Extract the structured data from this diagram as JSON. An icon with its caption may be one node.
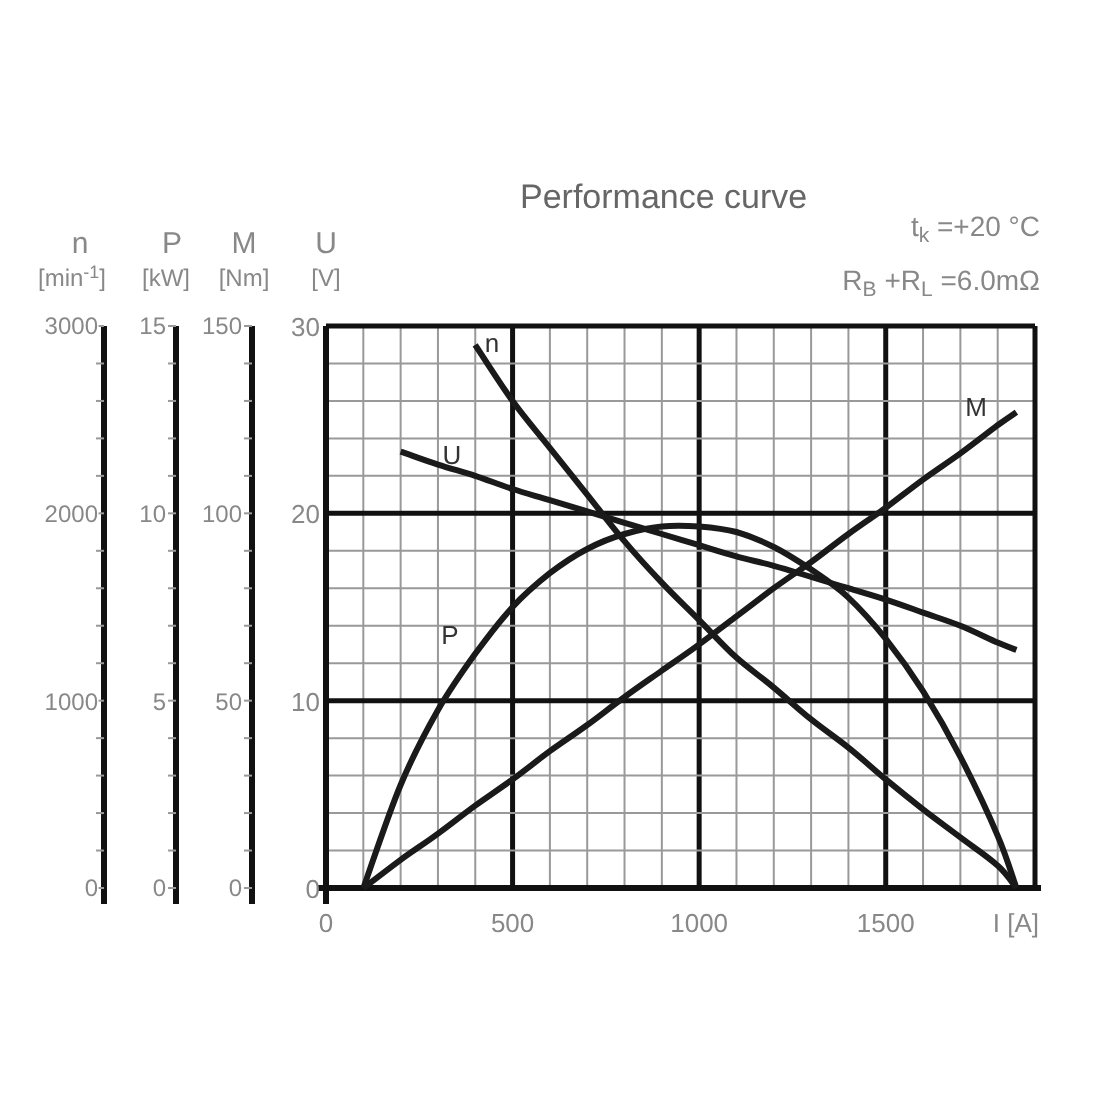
{
  "diagram": {
    "title": "Performance curve",
    "labels": [
      "t$_{k}$ =+20 °C",
      "R$_{B}$ +R$_{L}$ =6.0mΩ",
      "n",
      "P",
      "M",
      "U",
      "[min$^{-1}$]",
      "[kW]",
      "[Nm]",
      "[V]",
      "3000",
      "15",
      "150",
      "2000",
      "10",
      "100",
      "1000",
      "5",
      "50",
      "0",
      "0",
      "0"
    ],
    "chart_data": {
      "type": "line",
      "grid": true,
      "xlabel": "I [A]",
      "xlim": [
        0,
        1900
      ],
      "ylim": [
        0,
        30
      ],
      "xticks": [
        0,
        500,
        1000,
        1500
      ],
      "yticks": [
        0,
        10,
        20,
        30
      ],
      "x": [
        100,
        200,
        300,
        400,
        500,
        600,
        700,
        800,
        900,
        1000,
        1100,
        1200,
        1300,
        1400,
        1500,
        1600,
        1700,
        1800,
        1850
      ],
      "series": [
        {
          "name": "n",
          "color": "#1a1a1a",
          "values": [
            null,
            null,
            null,
            29,
            26,
            23.5,
            21,
            18.5,
            16.3,
            14.3,
            12.3,
            10.7,
            9,
            7.5,
            5.8,
            4.2,
            2.7,
            1.2,
            0
          ]
        },
        {
          "name": "U",
          "color": "#1a1a1a",
          "values": [
            null,
            23.3,
            22.6,
            22,
            21.3,
            20.7,
            20.1,
            19.5,
            18.9,
            18.3,
            17.7,
            17.2,
            16.6,
            16,
            15.4,
            14.7,
            14,
            13.1,
            12.7
          ]
        },
        {
          "name": "P",
          "color": "#1a1a1a",
          "values": [
            0,
            5.5,
            9.5,
            12.5,
            15,
            16.8,
            18.1,
            18.9,
            19.3,
            19.3,
            19,
            18.2,
            17,
            15.5,
            13.3,
            10.5,
            7,
            2.8,
            0
          ]
        },
        {
          "name": "M",
          "color": "#1a1a1a",
          "values": [
            0,
            1.5,
            2.9,
            4.4,
            5.8,
            7.3,
            8.7,
            10.2,
            11.6,
            13,
            14.5,
            16,
            17.4,
            18.9,
            20.3,
            21.8,
            23.2,
            24.7,
            25.4
          ]
        }
      ]
    }
  }
}
